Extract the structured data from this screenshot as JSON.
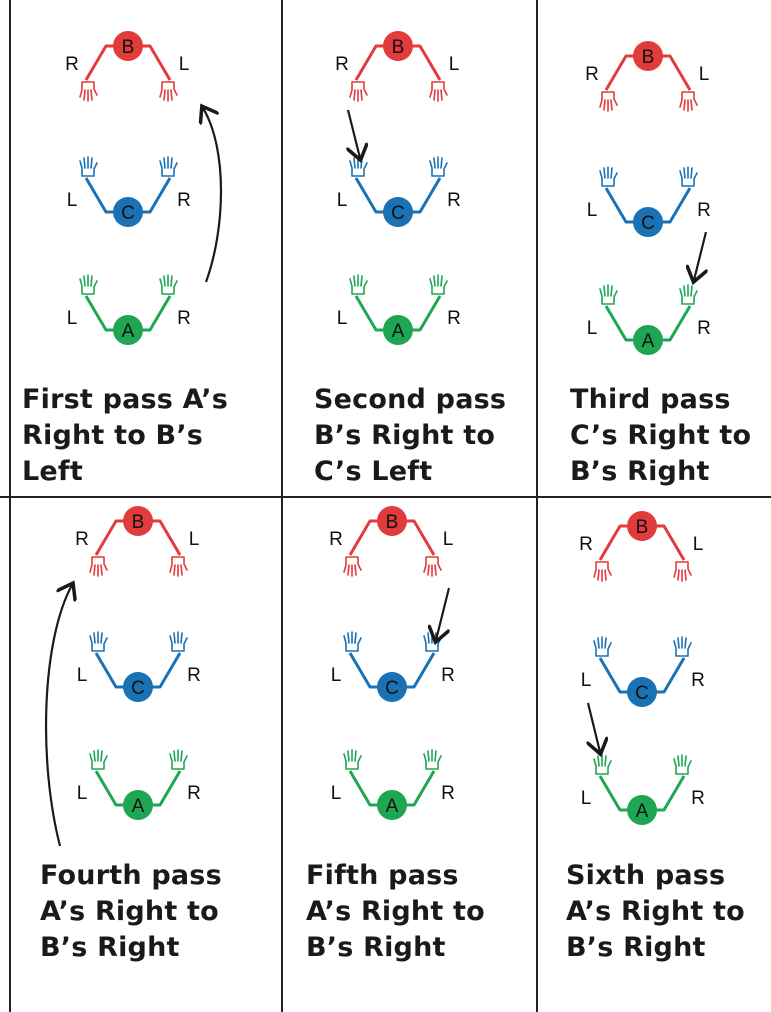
{
  "colors": {
    "b": "#e23b3b",
    "c": "#1a72b5",
    "a": "#1fa653",
    "line": "#1a1a1a"
  },
  "letters": {
    "hand_left": "L",
    "hand_right": "R"
  },
  "panels": [
    {
      "caption": "First pass A’s\nRight to B’s\nLeft",
      "people": {
        "b": "B",
        "c": "C",
        "a": "A"
      },
      "arrow": {
        "from": "A right hand",
        "to": "B left hand",
        "shape": "curved"
      }
    },
    {
      "caption": "Second pass\nB’s Right to\nC’s Left",
      "people": {
        "b": "B",
        "c": "C",
        "a": "A"
      },
      "arrow": {
        "from": "B right hand",
        "to": "C left hand",
        "shape": "straight"
      }
    },
    {
      "caption": "Third pass\nC’s Right to\nB’s Right",
      "people": {
        "b": "B",
        "c": "C",
        "a": "A"
      },
      "arrow": {
        "from": "C right hand",
        "to": "A right hand",
        "shape": "straight"
      }
    },
    {
      "caption": "Fourth pass\nA’s Right to\nB’s Right",
      "people": {
        "b": "B",
        "c": "C",
        "a": "A"
      },
      "arrow": {
        "from": "A left hand",
        "to": "B right hand",
        "shape": "curved"
      }
    },
    {
      "caption": "Fifth pass\nA’s Right to\nB’s Right",
      "people": {
        "b": "B",
        "c": "C",
        "a": "A"
      },
      "arrow": {
        "from": "B left hand",
        "to": "C right hand",
        "shape": "straight"
      }
    },
    {
      "caption": "Sixth pass\nA’s Right to\nB’s Right",
      "people": {
        "b": "B",
        "c": "C",
        "a": "A"
      },
      "arrow": {
        "from": "C left hand",
        "to": "A left hand",
        "shape": "straight"
      }
    }
  ]
}
